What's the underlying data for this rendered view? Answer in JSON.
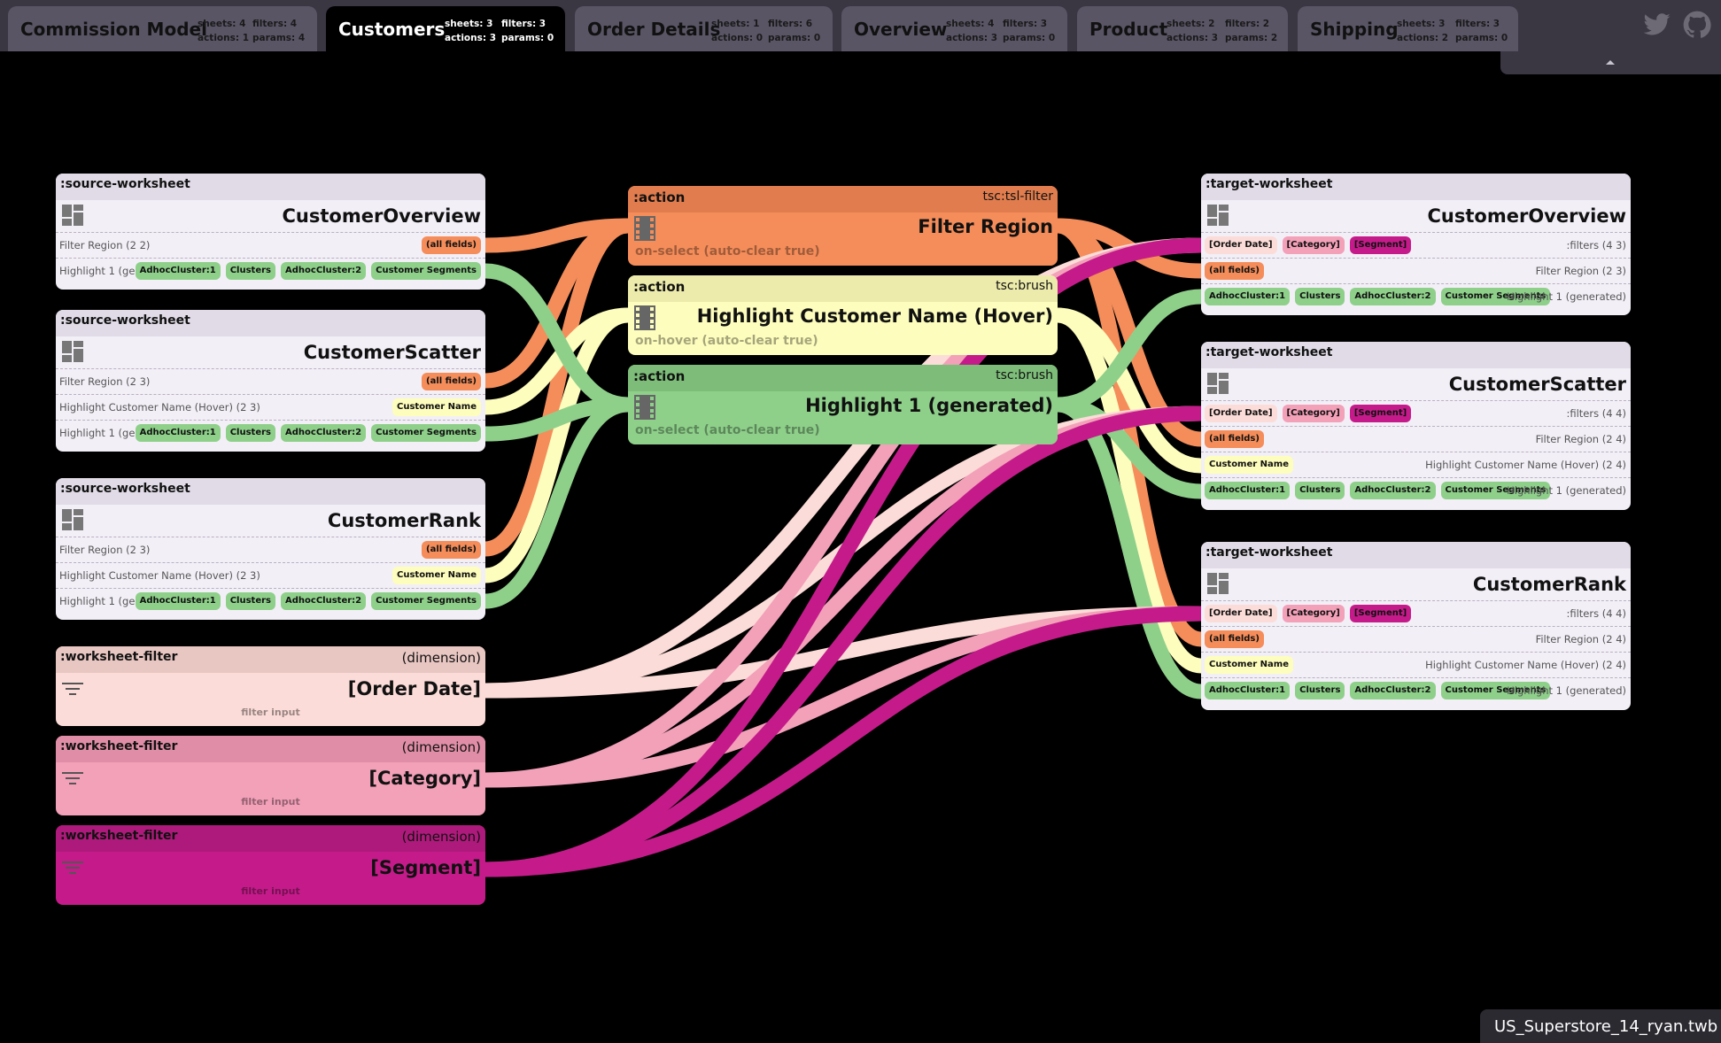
{
  "tabs": [
    {
      "name": "Commission Model",
      "sheets": "sheets: 4",
      "filters": "filters: 4",
      "actions": "actions: 1",
      "params": "params: 4"
    },
    {
      "name": "Customers",
      "sheets": "sheets: 3",
      "filters": "filters: 3",
      "actions": "actions: 3",
      "params": "params: 0"
    },
    {
      "name": "Order Details",
      "sheets": "sheets: 1",
      "filters": "filters: 6",
      "actions": "actions: 0",
      "params": "params: 0"
    },
    {
      "name": "Overview",
      "sheets": "sheets: 4",
      "filters": "filters: 3",
      "actions": "actions: 3",
      "params": "params: 0"
    },
    {
      "name": "Product",
      "sheets": "sheets: 2",
      "filters": "filters: 2",
      "actions": "actions: 3",
      "params": "params: 2"
    },
    {
      "name": "Shipping",
      "sheets": "sheets: 3",
      "filters": "filters: 3",
      "actions": "actions: 2",
      "params": "params: 0"
    }
  ],
  "active_tab": "Customers",
  "icons": {
    "twitter": "twitter-icon",
    "github": "github-icon",
    "collapse": "chevron-up-icon",
    "worksheet": "dashboard-icon",
    "action": "film-icon",
    "filter": "filter-lines-icon"
  },
  "colors": {
    "filter_region": "#f58d5a",
    "highlight_hover": "#fdfdbd",
    "highlight_generated": "#8ed08a",
    "order_date": "#fcdcd8",
    "category": "#f3a0b9",
    "segment": "#c51b8a"
  },
  "sources": [
    {
      "hdr": ":source-worksheet",
      "name": "CustomerOverview",
      "rows": [
        {
          "label": "Filter Region (2 2)",
          "pills": [
            "(all fields)"
          ],
          "pill_colors": [
            "orange"
          ]
        },
        {
          "label": "Highlight 1 (generated) (5 2)",
          "pills": [
            "AdhocCluster:1",
            "Clusters",
            "AdhocCluster:2",
            "Customer Segments"
          ],
          "pill_colors": [
            "green",
            "green",
            "green",
            "green"
          ]
        }
      ]
    },
    {
      "hdr": ":source-worksheet",
      "name": "CustomerScatter",
      "rows": [
        {
          "label": "Filter Region (2 3)",
          "pills": [
            "(all fields)"
          ],
          "pill_colors": [
            "orange"
          ]
        },
        {
          "label": "Highlight Customer Name (Hover) (2 3)",
          "pills": [
            "Customer Name"
          ],
          "pill_colors": [
            "yellow"
          ]
        },
        {
          "label": "Highlight 1 (generated) (5 3)",
          "pills": [
            "AdhocCluster:1",
            "Clusters",
            "AdhocCluster:2",
            "Customer Segments"
          ],
          "pill_colors": [
            "green",
            "green",
            "green",
            "green"
          ]
        }
      ]
    },
    {
      "hdr": ":source-worksheet",
      "name": "CustomerRank",
      "rows": [
        {
          "label": "Filter Region (2 3)",
          "pills": [
            "(all fields)"
          ],
          "pill_colors": [
            "orange"
          ]
        },
        {
          "label": "Highlight Customer Name (Hover) (2 3)",
          "pills": [
            "Customer Name"
          ],
          "pill_colors": [
            "yellow"
          ]
        },
        {
          "label": "Highlight 1 (generated) (5 3)",
          "pills": [
            "AdhocCluster:1",
            "Clusters",
            "AdhocCluster:2",
            "Customer Segments"
          ],
          "pill_colors": [
            "green",
            "green",
            "green",
            "green"
          ]
        }
      ]
    }
  ],
  "filters": [
    {
      "hdr": ":worksheet-filter",
      "type": "(dimension)",
      "name": "[Order Date]",
      "sub": "filter input"
    },
    {
      "hdr": ":worksheet-filter",
      "type": "(dimension)",
      "name": "[Category]",
      "sub": "filter input"
    },
    {
      "hdr": ":worksheet-filter",
      "type": "(dimension)",
      "name": "[Segment]",
      "sub": "filter input"
    }
  ],
  "actions": [
    {
      "hdr": ":action",
      "type": "tsc:tsl-filter",
      "name": "Filter Region",
      "sub": "on-select (auto-clear true)"
    },
    {
      "hdr": ":action",
      "type": "tsc:brush",
      "name": "Highlight Customer Name (Hover)",
      "sub": "on-hover (auto-clear true)"
    },
    {
      "hdr": ":action",
      "type": "tsc:brush",
      "name": "Highlight 1 (generated)",
      "sub": "on-select (auto-clear true)"
    }
  ],
  "targets": [
    {
      "hdr": ":target-worksheet",
      "name": "CustomerOverview",
      "rows": [
        {
          "label": "Filter Region (2 3)",
          "pills": [
            "(all fields)"
          ],
          "pill_colors": [
            "orange"
          ]
        },
        {
          "label": "Highlight 1 (generated)",
          "pills": [
            "AdhocCluster:1",
            "Clusters",
            "AdhocCluster:2",
            "Customer Segments"
          ],
          "pill_colors": [
            "green",
            "green",
            "green",
            "green"
          ]
        }
      ],
      "filters_label": ":filters (4 3)",
      "filter_pills": [
        "[Order Date]",
        "[Category]",
        "[Segment]"
      ]
    },
    {
      "hdr": ":target-worksheet",
      "name": "CustomerScatter",
      "rows": [
        {
          "label": "Filter Region (2 4)",
          "pills": [
            "(all fields)"
          ],
          "pill_colors": [
            "orange"
          ]
        },
        {
          "label": "Highlight Customer Name (Hover) (2 4)",
          "pills": [
            "Customer Name"
          ],
          "pill_colors": [
            "yellow"
          ]
        },
        {
          "label": "Highlight 1 (generated)",
          "pills": [
            "AdhocCluster:1",
            "Clusters",
            "AdhocCluster:2",
            "Customer Segments"
          ],
          "pill_colors": [
            "green",
            "green",
            "green",
            "green"
          ]
        }
      ],
      "filters_label": ":filters (4 4)",
      "filter_pills": [
        "[Order Date]",
        "[Category]",
        "[Segment]"
      ]
    },
    {
      "hdr": ":target-worksheet",
      "name": "CustomerRank",
      "rows": [
        {
          "label": "Filter Region (2 4)",
          "pills": [
            "(all fields)"
          ],
          "pill_colors": [
            "orange"
          ]
        },
        {
          "label": "Highlight Customer Name (Hover) (2 4)",
          "pills": [
            "Customer Name"
          ],
          "pill_colors": [
            "yellow"
          ]
        },
        {
          "label": "Highlight 1 (generated)",
          "pills": [
            "AdhocCluster:1",
            "Clusters",
            "AdhocCluster:2",
            "Customer Segments"
          ],
          "pill_colors": [
            "green",
            "green",
            "green",
            "green"
          ]
        }
      ],
      "filters_label": ":filters (4 4)",
      "filter_pills": [
        "[Order Date]",
        "[Category]",
        "[Segment]"
      ]
    }
  ],
  "filename": "US_Superstore_14_ryan.twb"
}
